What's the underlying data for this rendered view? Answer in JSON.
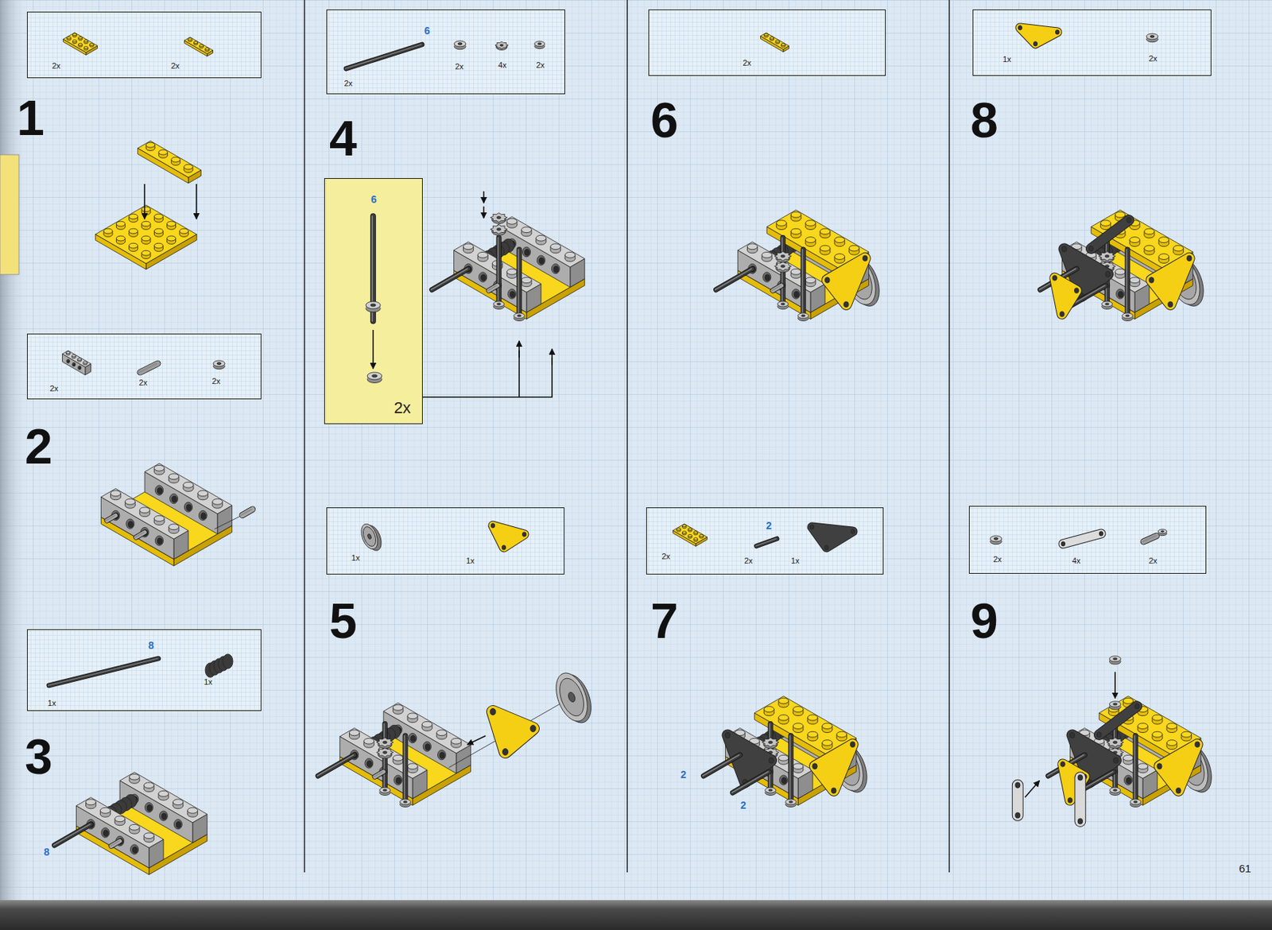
{
  "diagram": {
    "nodes": [
      {
        "text": [
          "2x",
          "2x"
        ]
      },
      {
        "text": [
          "2x",
          "2x",
          "2x"
        ]
      },
      {
        "text": [
          "8",
          "1x",
          "1x"
        ]
      },
      {
        "text": [
          "6",
          "2x",
          "2x",
          "4x",
          "2x"
        ]
      },
      {
        "text": [
          "6",
          "2x"
        ]
      },
      {
        "text": [
          "1x",
          "1x"
        ]
      },
      {
        "text": [
          "2x"
        ]
      },
      {
        "text": [
          "2x",
          "2",
          "2x",
          "1x"
        ]
      },
      {
        "text": [
          "1x",
          "2x"
        ]
      },
      {
        "text": [
          "2x",
          "4x",
          "2x"
        ]
      }
    ],
    "labels": [
      "1",
      "2",
      "3",
      "8",
      "4",
      "5",
      "6",
      "7",
      "2",
      "2",
      "8",
      "9",
      "61"
    ]
  }
}
